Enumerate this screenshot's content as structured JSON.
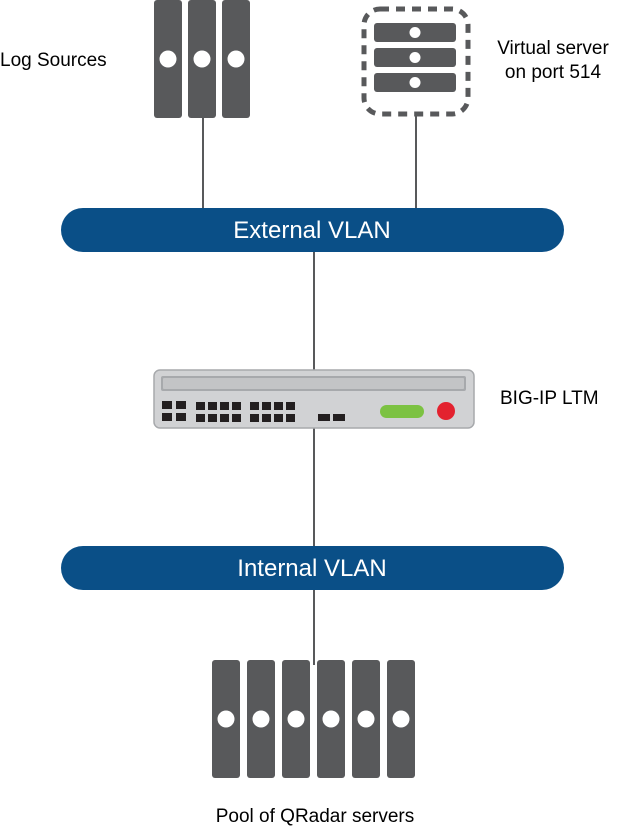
{
  "labels": {
    "log_sources": "Log Sources",
    "virtual_server_line1": "Virtual server",
    "virtual_server_line2": "on port 514",
    "big_ip": "BIG-IP LTM",
    "pool": "Pool of QRadar servers"
  },
  "vlans": {
    "external": "External VLAN",
    "internal": "Internal VLAN"
  },
  "colors": {
    "vlan": "#0a4f87",
    "server": "#58595b",
    "connector": "#58595b",
    "appliance_body": "#d1d2d4",
    "status_led": "#7cc242",
    "power_led": "#e3222f"
  },
  "icons": {
    "log_sources": "server-rack-icon",
    "virtual_server": "virtual-server-icon",
    "appliance": "big-ip-appliance-icon",
    "pool": "server-pool-icon"
  }
}
